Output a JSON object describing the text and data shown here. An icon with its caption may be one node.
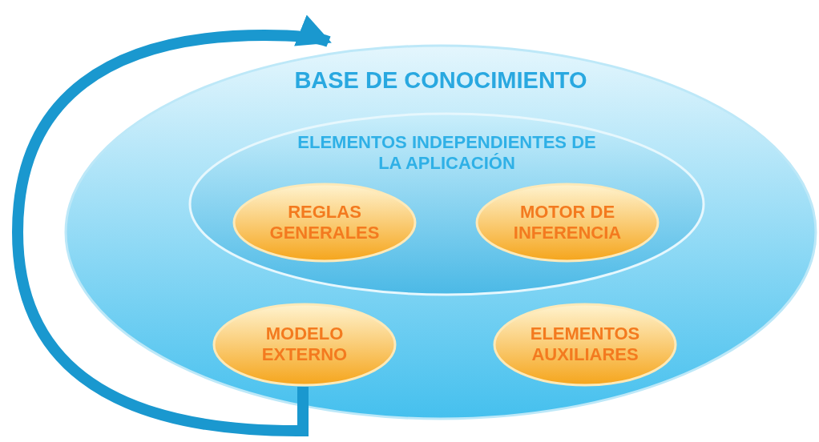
{
  "diagram": {
    "nodes": [
      {
        "text": [
          "BASE DE CONOCIMIENTO"
        ]
      },
      {
        "text": [
          "ELEMENTOS INDEPENDIENTES DE LA APLICACIÓN"
        ],
        "in": 0
      },
      {
        "text": [
          "REGLAS GENERALES"
        ],
        "in": 1
      },
      {
        "text": [
          "MOTOR DE INFERENCIA"
        ],
        "in": 1
      },
      {
        "text": [
          "MODELO EXTERNO"
        ],
        "in": 0
      },
      {
        "text": [
          "ELEMENTOS AUXILIARES"
        ],
        "in": 0
      }
    ],
    "edges": [
      {
        "from": 4,
        "to": 0,
        "arrow": "to"
      }
    ]
  }
}
